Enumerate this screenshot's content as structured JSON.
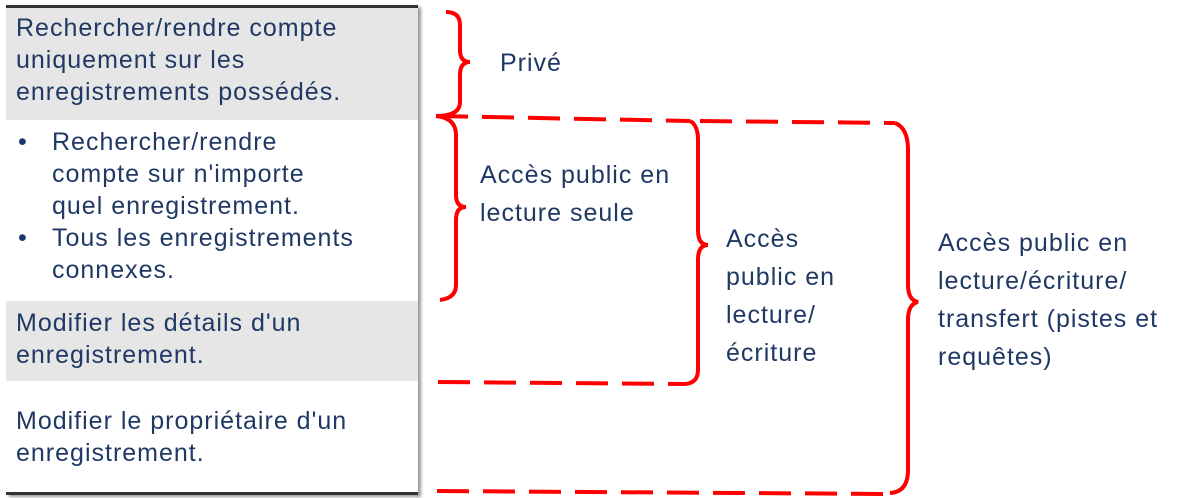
{
  "rows": {
    "owned": "Rechercher/rendre compte uniquement sur les enregistrements possédés.",
    "any_record": "Rechercher/rendre compte sur n'importe quel enregistrement.",
    "related": "Tous les enregistrements connexes.",
    "edit": "Modifier les détails d'un enregistrement.",
    "owner": "Modifier le propriétaire d'un enregistrement."
  },
  "labels": {
    "private": "Privé",
    "read_only": "Accès public en lecture seule",
    "read_write": "Accès public en lecture/ écriture",
    "transfer": "Accès public en lecture/écriture/ transfert (pistes et requêtes)"
  },
  "colors": {
    "text": "#1f3864",
    "bracket": "#ff0000",
    "gray_row": "#e6e6e6"
  }
}
